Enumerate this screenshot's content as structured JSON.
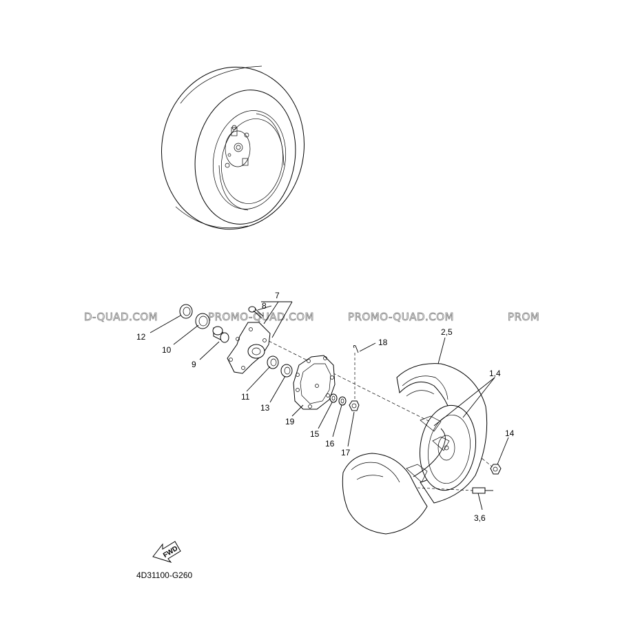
{
  "watermarks": [
    "D-QUAD.COM",
    "PROMO-QUAD.COM",
    "PROMO-QUAD.COM",
    "PROM"
  ],
  "callouts": [
    {
      "id": "c-7",
      "text": "7"
    },
    {
      "id": "c-8",
      "text": "8"
    },
    {
      "id": "c-12",
      "text": "12"
    },
    {
      "id": "c-10",
      "text": "10"
    },
    {
      "id": "c-9",
      "text": "9"
    },
    {
      "id": "c-11",
      "text": "11"
    },
    {
      "id": "c-13",
      "text": "13"
    },
    {
      "id": "c-19",
      "text": "19"
    },
    {
      "id": "c-15",
      "text": "15"
    },
    {
      "id": "c-16",
      "text": "16"
    },
    {
      "id": "c-17",
      "text": "17"
    },
    {
      "id": "c-18",
      "text": "18"
    },
    {
      "id": "c-25",
      "text": "2,5"
    },
    {
      "id": "c-14b",
      "text": "1,4"
    },
    {
      "id": "c-14",
      "text": "14"
    },
    {
      "id": "c-36",
      "text": "3,6"
    }
  ],
  "fwd_label": "FWD",
  "diagram_code": "4D31100-G260"
}
